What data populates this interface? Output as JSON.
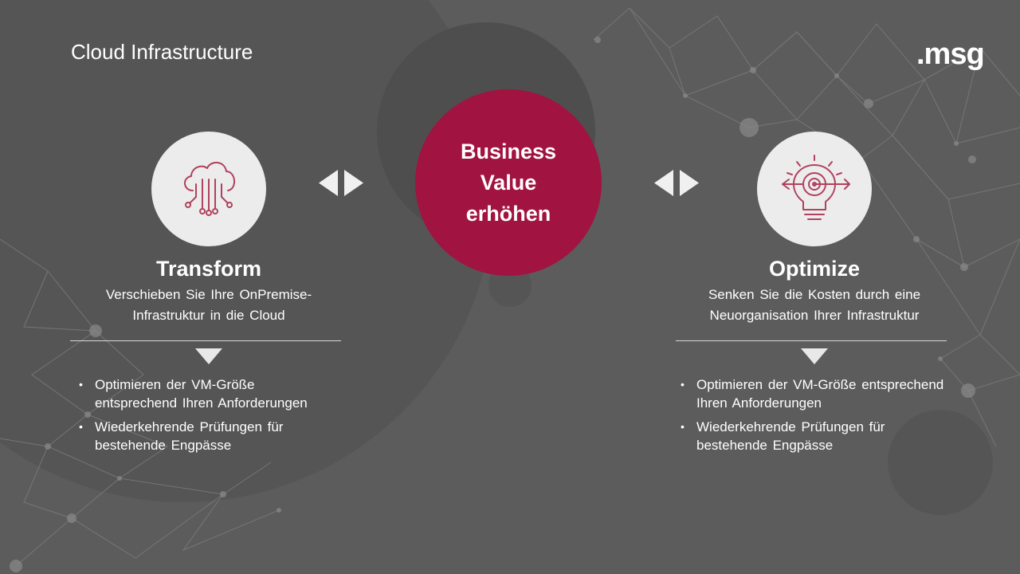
{
  "slide": {
    "title": "Cloud Infrastructure",
    "logo": ".msg"
  },
  "center": {
    "lines": [
      "Business",
      "Value",
      "erhöhen"
    ],
    "color": "#a11341"
  },
  "left": {
    "icon": "cloud-circuit-icon",
    "heading": "Transform",
    "subtitle_lines": [
      "Verschieben Sie Ihre OnPremise-",
      "Infrastruktur in die Cloud"
    ],
    "bullets": [
      "Optimieren der VM-Größe entsprechend Ihren Anforderungen",
      "Wiederkehrende Prüfungen für bestehende Engpässe"
    ]
  },
  "right": {
    "icon": "target-lightbulb-icon",
    "heading": "Optimize",
    "subtitle_lines": [
      "Senken Sie die Kosten durch eine",
      "Neuorganisation Ihrer Infrastruktur"
    ],
    "bullets": [
      "Optimieren der VM-Größe entsprechend Ihren Anforderungen",
      "Wiederkehrende Prüfungen für bestehende Engpässe"
    ]
  },
  "colors": {
    "background": "#5c5c5d",
    "accent": "#a11341",
    "icon_stroke": "#b0425f"
  }
}
